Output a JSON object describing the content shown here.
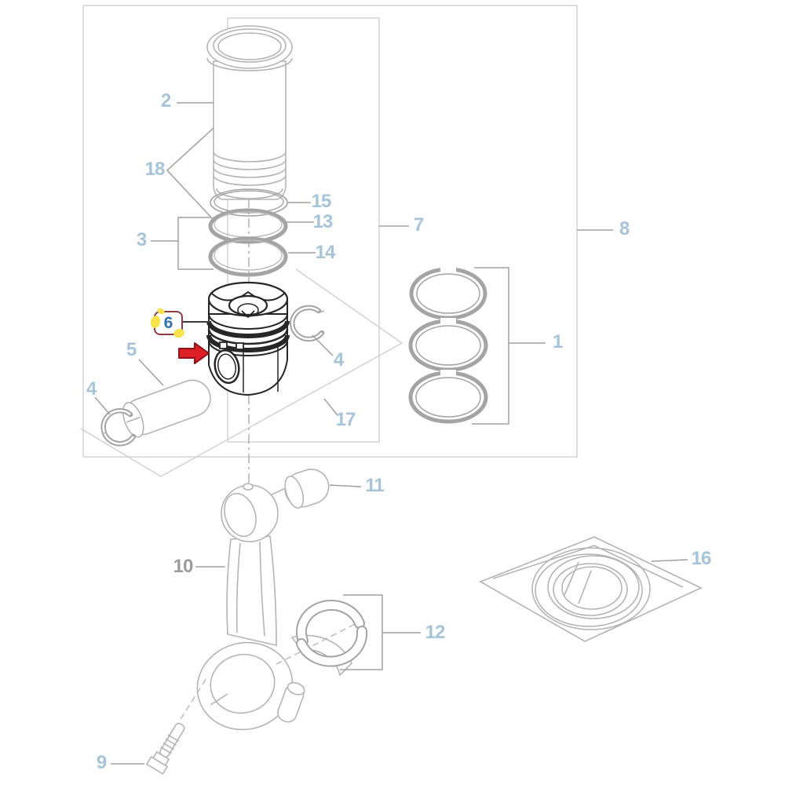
{
  "diagram": {
    "kind": "exploded-parts-diagram",
    "background": "#ffffff"
  },
  "callouts": {
    "cylinder_liner": "2",
    "liner_seals": "18",
    "seal_ring_group": "3",
    "ring_top": "15",
    "ring_mid": "13",
    "ring_bottom": "14",
    "liner_kit_box": "7",
    "outer_kit_box": "8",
    "piston_ring_set": "1",
    "piston_badge": "6",
    "piston_pin": "5",
    "retaining_ring_left": "4",
    "retaining_ring_right": "4",
    "piston_kit_region": "17",
    "small_end_bushing": "11",
    "connecting_rod": "10",
    "bearing_shells": "12",
    "seal_kit_bag": "16",
    "rod_bolt": "9"
  },
  "annotations": {
    "highlighted_callout": "6",
    "pointer": "red-arrow-pointing-right-at-piston"
  },
  "colors": {
    "label_blue": "#a6c4d9",
    "label_gray": "#9b9b9b",
    "badge_blue": "#2f72b8",
    "badge_border": "#8e3b44",
    "badge_yellow": "#f7e34d",
    "arrow_red": "#dd1f26",
    "arrow_outline": "#8f1216",
    "box_line": "#cfcfcf",
    "part_line": "#b4b4b4",
    "ring_line": "#a4a4a4",
    "leader_line": "#a0a0a0",
    "piston_dark": "#262626"
  }
}
